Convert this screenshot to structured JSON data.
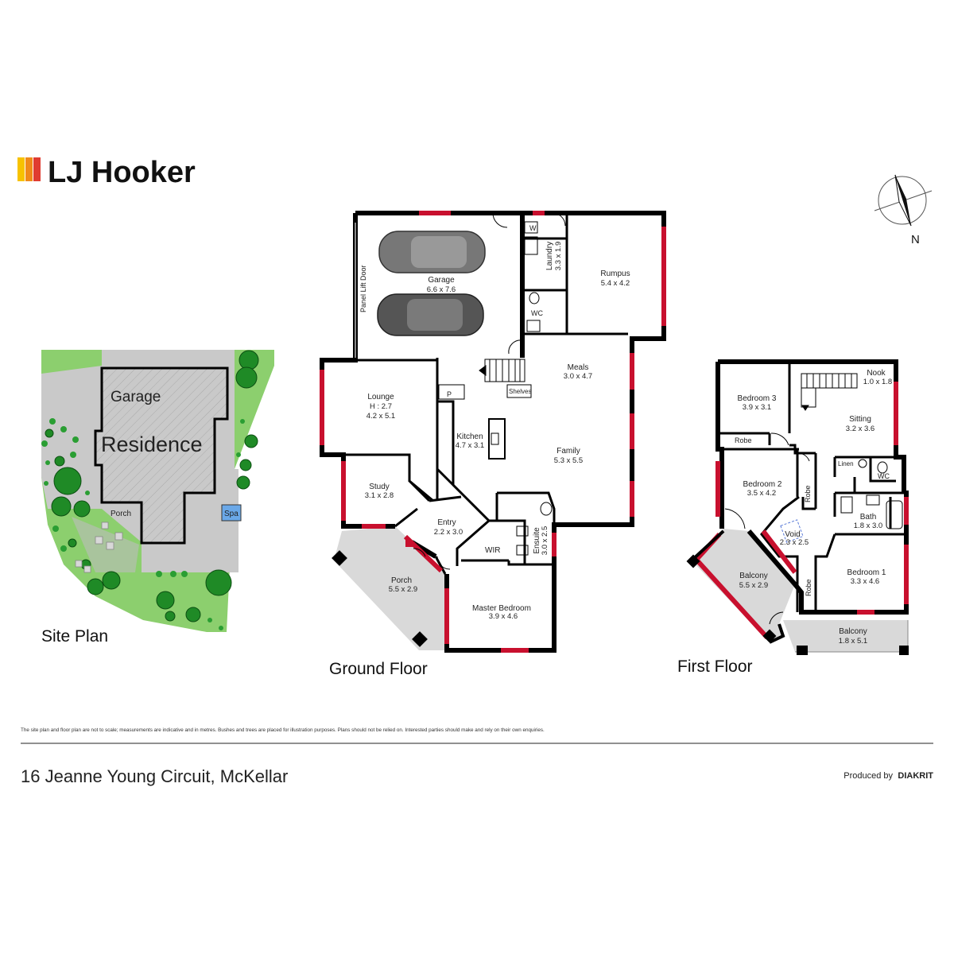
{
  "brand": {
    "name": "LJ Hooker",
    "colors": [
      "#f7c200",
      "#f08a1a",
      "#e03c31"
    ]
  },
  "compass": {
    "label": "N"
  },
  "site_plan": {
    "title": "Site Plan",
    "labels": {
      "garage": "Garage",
      "residence": "Residence",
      "porch": "Porch",
      "spa": "Spa"
    }
  },
  "ground_floor": {
    "title": "Ground Floor",
    "panel_lift_door": "Panel Lift Door",
    "fixtures": {
      "w": "W",
      "wc": "WC",
      "p": "P",
      "shelves": "Shelves",
      "wir": "WIR"
    },
    "rooms": [
      {
        "name": "Garage",
        "dims": "6.6 x 7.6"
      },
      {
        "name": "Laundry",
        "dims": "3.3 x 1.9"
      },
      {
        "name": "Rumpus",
        "dims": "5.4 x 4.2"
      },
      {
        "name": "Meals",
        "dims": "3.0 x 4.7"
      },
      {
        "name": "Lounge",
        "height": "H : 2.7",
        "dims": "4.2 x 5.1"
      },
      {
        "name": "Kitchen",
        "dims": "4.7 x 3.1"
      },
      {
        "name": "Family",
        "dims": "5.3 x 5.5"
      },
      {
        "name": "Study",
        "dims": "3.1 x 2.8"
      },
      {
        "name": "Entry",
        "dims": "2.2 x 3.0"
      },
      {
        "name": "Ensuite",
        "dims": "3.0 x 2.5"
      },
      {
        "name": "Porch",
        "dims": "5.5 x 2.9"
      },
      {
        "name": "Master Bedroom",
        "dims": "3.9 x 4.6"
      }
    ]
  },
  "first_floor": {
    "title": "First Floor",
    "fixtures": {
      "robe": "Robe",
      "linen": "Linen",
      "wc": "WC"
    },
    "rooms": [
      {
        "name": "Bedroom 3",
        "dims": "3.9 x 3.1"
      },
      {
        "name": "Nook",
        "dims": "1.0 x 1.8"
      },
      {
        "name": "Sitting",
        "dims": "3.2 x 3.6"
      },
      {
        "name": "Bedroom 2",
        "dims": "3.5 x 4.2"
      },
      {
        "name": "Bath",
        "dims": "1.8 x 3.0"
      },
      {
        "name": "Void",
        "dims": "2.3 x 2.5"
      },
      {
        "name": "Balcony",
        "dims": "5.5 x 2.9"
      },
      {
        "name": "Bedroom 1",
        "dims": "3.3 x 4.6"
      },
      {
        "name": "Balcony",
        "dims": "1.8 x 5.1"
      }
    ]
  },
  "disclaimer": "The site plan and floor plan are not to scale; measurements are indicative and in metres. Bushes and trees are placed for illustration purposes. Plans should not be relied on. Interested parties should make and rely on their own enquiries.",
  "address": "16 Jeanne Young Circuit, McKellar",
  "produced_by": {
    "prefix": "Produced by",
    "company": "DIAKRIT"
  }
}
